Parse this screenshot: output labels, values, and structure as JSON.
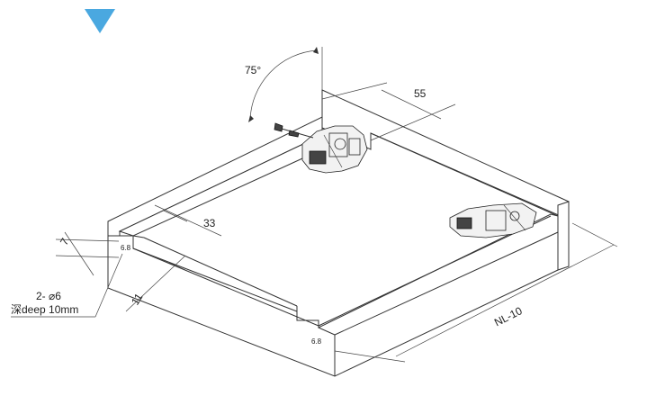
{
  "marker_color": "#4aa8e0",
  "labels": {
    "angle": "75°",
    "width_top": "55",
    "width_side": "33",
    "dim_seven": "7",
    "dim_eleven": "11",
    "hole_spec": "2- ⌀6",
    "depth_spec": "深deep 10mm",
    "length": "NL-10",
    "hole_mark_left": "6.8",
    "hole_mark_front": "6.8"
  }
}
